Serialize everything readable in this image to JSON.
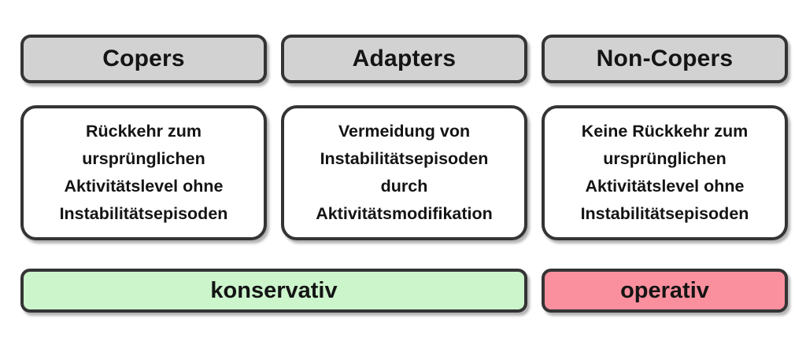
{
  "diagram": {
    "type": "classification-flow",
    "colors": {
      "header_fill": "#d2d2d2",
      "body_fill": "#ffffff",
      "border": "#343434",
      "conservative_fill": "#ccf5cc",
      "operative_fill": "#fa909e",
      "text": "#141414"
    },
    "columns": [
      {
        "id": "copers",
        "header": "Copers",
        "body_lines": [
          "Rückkehr zum",
          "ursprünglichen",
          "Aktivitätslevel ohne",
          "Instabilitätsepisoden"
        ]
      },
      {
        "id": "adapters",
        "header": "Adapters",
        "body_lines": [
          "Vermeidung von",
          "Instabilitätsepisoden",
          "durch",
          "Aktivitätsmodifikation"
        ]
      },
      {
        "id": "non-copers",
        "header": "Non-Copers",
        "body_lines": [
          "Keine Rückkehr zum",
          "ursprünglichen",
          "Aktivitätslevel ohne",
          "Instabilitätsepisoden"
        ]
      }
    ],
    "treatments": [
      {
        "id": "konservativ",
        "label": "konservativ",
        "spans": "copers+adapters"
      },
      {
        "id": "operativ",
        "label": "operativ",
        "spans": "non-copers"
      }
    ]
  }
}
